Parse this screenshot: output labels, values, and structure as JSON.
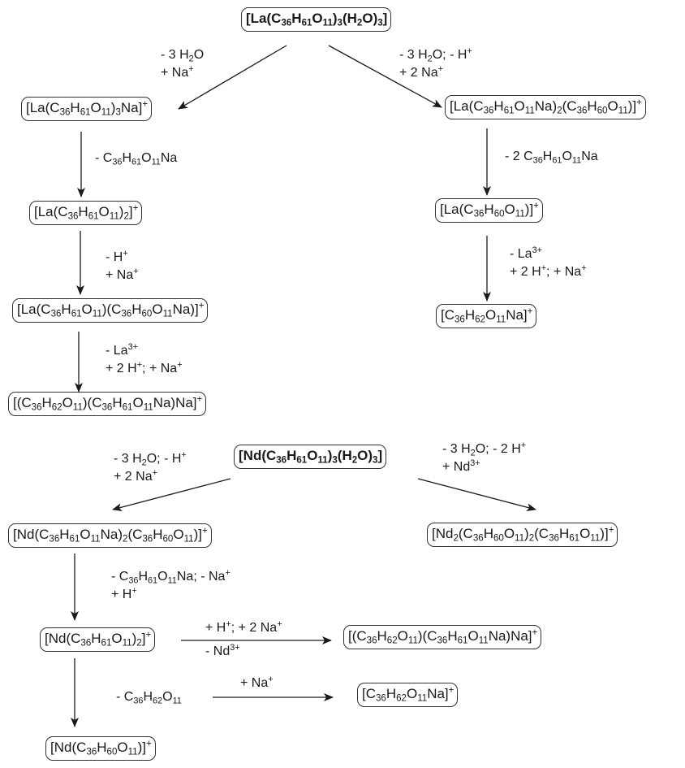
{
  "diagram": {
    "title": "Fragmentation pathways of La and Nd complexes",
    "colors": {
      "line": "#1a1a1a",
      "box_border": "#333333",
      "text": "#1a1a1a"
    },
    "nodes": {
      "la_parent": [
        {
          "t": "[La(C"
        },
        {
          "sub": "36"
        },
        {
          "t": "H"
        },
        {
          "sub": "61"
        },
        {
          "t": "O"
        },
        {
          "sub": "11"
        },
        {
          "t": ")"
        },
        {
          "sub": "3"
        },
        {
          "t": "(H"
        },
        {
          "sub": "2"
        },
        {
          "t": "O)"
        },
        {
          "sub": "3"
        },
        {
          "t": "]"
        }
      ],
      "la_a1": [
        {
          "t": "[La(C"
        },
        {
          "sub": "36"
        },
        {
          "t": "H"
        },
        {
          "sub": "61"
        },
        {
          "t": "O"
        },
        {
          "sub": "11"
        },
        {
          "t": ")"
        },
        {
          "sub": "3"
        },
        {
          "t": "Na]"
        },
        {
          "sup": "+"
        }
      ],
      "la_a2": [
        {
          "t": "[La(C"
        },
        {
          "sub": "36"
        },
        {
          "t": "H"
        },
        {
          "sub": "61"
        },
        {
          "t": "O"
        },
        {
          "sub": "11"
        },
        {
          "t": ")"
        },
        {
          "sub": "2"
        },
        {
          "t": "]"
        },
        {
          "sup": "+"
        }
      ],
      "la_a3": [
        {
          "t": "[La(C"
        },
        {
          "sub": "36"
        },
        {
          "t": "H"
        },
        {
          "sub": "61"
        },
        {
          "t": "O"
        },
        {
          "sub": "11"
        },
        {
          "t": ")(C"
        },
        {
          "sub": "36"
        },
        {
          "t": "H"
        },
        {
          "sub": "60"
        },
        {
          "t": "O"
        },
        {
          "sub": "11"
        },
        {
          "t": "Na)]"
        },
        {
          "sup": "+"
        }
      ],
      "la_a4": [
        {
          "t": "[(C"
        },
        {
          "sub": "36"
        },
        {
          "t": "H"
        },
        {
          "sub": "62"
        },
        {
          "t": "O"
        },
        {
          "sub": "11"
        },
        {
          "t": ")(C"
        },
        {
          "sub": "36"
        },
        {
          "t": "H"
        },
        {
          "sub": "61"
        },
        {
          "t": "O"
        },
        {
          "sub": "11"
        },
        {
          "t": "Na)Na]"
        },
        {
          "sup": "+"
        }
      ],
      "la_b1": [
        {
          "t": "[La(C"
        },
        {
          "sub": "36"
        },
        {
          "t": "H"
        },
        {
          "sub": "61"
        },
        {
          "t": "O"
        },
        {
          "sub": "11"
        },
        {
          "t": "Na)"
        },
        {
          "sub": "2"
        },
        {
          "t": "(C"
        },
        {
          "sub": "36"
        },
        {
          "t": "H"
        },
        {
          "sub": "60"
        },
        {
          "t": "O"
        },
        {
          "sub": "11"
        },
        {
          "t": ")]"
        },
        {
          "sup": "+"
        }
      ],
      "la_b2": [
        {
          "t": "[La(C"
        },
        {
          "sub": "36"
        },
        {
          "t": "H"
        },
        {
          "sub": "60"
        },
        {
          "t": "O"
        },
        {
          "sub": "11"
        },
        {
          "t": ")]"
        },
        {
          "sup": "+"
        }
      ],
      "la_b3": [
        {
          "t": "[C"
        },
        {
          "sub": "36"
        },
        {
          "t": "H"
        },
        {
          "sub": "62"
        },
        {
          "t": "O"
        },
        {
          "sub": "11"
        },
        {
          "t": "Na]"
        },
        {
          "sup": "+"
        }
      ],
      "nd_parent": [
        {
          "t": "[Nd(C"
        },
        {
          "sub": "36"
        },
        {
          "t": "H"
        },
        {
          "sub": "61"
        },
        {
          "t": "O"
        },
        {
          "sub": "11"
        },
        {
          "t": ")"
        },
        {
          "sub": "3"
        },
        {
          "t": "(H"
        },
        {
          "sub": "2"
        },
        {
          "t": "O)"
        },
        {
          "sub": "3"
        },
        {
          "t": "]"
        }
      ],
      "nd_a1": [
        {
          "t": "[Nd(C"
        },
        {
          "sub": "36"
        },
        {
          "t": "H"
        },
        {
          "sub": "61"
        },
        {
          "t": "O"
        },
        {
          "sub": "11"
        },
        {
          "t": "Na)"
        },
        {
          "sub": "2"
        },
        {
          "t": "(C"
        },
        {
          "sub": "36"
        },
        {
          "t": "H"
        },
        {
          "sub": "60"
        },
        {
          "t": "O"
        },
        {
          "sub": "11"
        },
        {
          "t": ")]"
        },
        {
          "sup": "+"
        }
      ],
      "nd_b1": [
        {
          "t": "[Nd"
        },
        {
          "sub": "2"
        },
        {
          "t": "(C"
        },
        {
          "sub": "36"
        },
        {
          "t": "H"
        },
        {
          "sub": "60"
        },
        {
          "t": "O"
        },
        {
          "sub": "11"
        },
        {
          "t": ")"
        },
        {
          "sub": "2"
        },
        {
          "t": "(C"
        },
        {
          "sub": "36"
        },
        {
          "t": "H"
        },
        {
          "sub": "61"
        },
        {
          "t": "O"
        },
        {
          "sub": "11"
        },
        {
          "t": ")]"
        },
        {
          "sup": "+"
        }
      ],
      "nd_a2": [
        {
          "t": "[Nd(C"
        },
        {
          "sub": "36"
        },
        {
          "t": "H"
        },
        {
          "sub": "61"
        },
        {
          "t": "O"
        },
        {
          "sub": "11"
        },
        {
          "t": ")"
        },
        {
          "sub": "2"
        },
        {
          "t": "]"
        },
        {
          "sup": "+"
        }
      ],
      "nd_c1": [
        {
          "t": "[(C"
        },
        {
          "sub": "36"
        },
        {
          "t": "H"
        },
        {
          "sub": "62"
        },
        {
          "t": "O"
        },
        {
          "sub": "11"
        },
        {
          "t": ")(C"
        },
        {
          "sub": "36"
        },
        {
          "t": "H"
        },
        {
          "sub": "61"
        },
        {
          "t": "O"
        },
        {
          "sub": "11"
        },
        {
          "t": "Na)Na]"
        },
        {
          "sup": "+"
        }
      ],
      "nd_c2": [
        {
          "t": "[C"
        },
        {
          "sub": "36"
        },
        {
          "t": "H"
        },
        {
          "sub": "62"
        },
        {
          "t": "O"
        },
        {
          "sub": "11"
        },
        {
          "t": "Na]"
        },
        {
          "sup": "+"
        }
      ],
      "nd_a3": [
        {
          "t": "[Nd(C"
        },
        {
          "sub": "36"
        },
        {
          "t": "H"
        },
        {
          "sub": "60"
        },
        {
          "t": "O"
        },
        {
          "sub": "11"
        },
        {
          "t": ")]"
        },
        {
          "sup": "+"
        }
      ]
    },
    "labels": {
      "la_parent_to_a1": [
        [
          {
            "t": "- 3 H"
          },
          {
            "sub": "2"
          },
          {
            "t": "O"
          }
        ],
        [
          {
            "t": "+ Na"
          },
          {
            "sup": "+"
          }
        ]
      ],
      "la_parent_to_b1": [
        [
          {
            "t": "- 3 H"
          },
          {
            "sub": "2"
          },
          {
            "t": "O; - H"
          },
          {
            "sup": "+"
          }
        ],
        [
          {
            "t": "+ 2 Na"
          },
          {
            "sup": "+"
          }
        ]
      ],
      "la_a1_to_a2": [
        [
          {
            "t": "- C"
          },
          {
            "sub": "36"
          },
          {
            "t": "H"
          },
          {
            "sub": "61"
          },
          {
            "t": "O"
          },
          {
            "sub": "11"
          },
          {
            "t": "Na"
          }
        ]
      ],
      "la_a2_to_a3": [
        [
          {
            "t": "- H"
          },
          {
            "sup": "+"
          }
        ],
        [
          {
            "t": "+ Na"
          },
          {
            "sup": "+"
          }
        ]
      ],
      "la_a3_to_a4": [
        [
          {
            "t": "- La"
          },
          {
            "sup": "3+"
          }
        ],
        [
          {
            "t": "+ 2 H"
          },
          {
            "sup": "+"
          },
          {
            "t": "; + Na"
          },
          {
            "sup": "+"
          }
        ]
      ],
      "la_b1_to_b2": [
        [
          {
            "t": "- 2 C"
          },
          {
            "sub": "36"
          },
          {
            "t": "H"
          },
          {
            "sub": "61"
          },
          {
            "t": "O"
          },
          {
            "sub": "11"
          },
          {
            "t": "Na"
          }
        ]
      ],
      "la_b2_to_b3": [
        [
          {
            "t": "- La"
          },
          {
            "sup": "3+"
          }
        ],
        [
          {
            "t": "+ 2 H"
          },
          {
            "sup": "+"
          },
          {
            "t": "; + Na"
          },
          {
            "sup": "+"
          }
        ]
      ],
      "nd_parent_to_a1": [
        [
          {
            "t": "- 3 H"
          },
          {
            "sub": "2"
          },
          {
            "t": "O; - H"
          },
          {
            "sup": "+"
          }
        ],
        [
          {
            "t": "+ 2 Na"
          },
          {
            "sup": "+"
          }
        ]
      ],
      "nd_parent_to_b1": [
        [
          {
            "t": "- 3 H"
          },
          {
            "sub": "2"
          },
          {
            "t": "O; - 2 H"
          },
          {
            "sup": "+"
          }
        ],
        [
          {
            "t": "+ Nd"
          },
          {
            "sup": "3+"
          }
        ]
      ],
      "nd_a1_to_a2": [
        [
          {
            "t": "- C"
          },
          {
            "sub": "36"
          },
          {
            "t": "H"
          },
          {
            "sub": "61"
          },
          {
            "t": "O"
          },
          {
            "sub": "11"
          },
          {
            "t": "Na; - Na"
          },
          {
            "sup": "+"
          }
        ],
        [
          {
            "t": "+ H"
          },
          {
            "sup": "+"
          }
        ]
      ],
      "nd_a2_to_c1_top": [
        [
          {
            "t": "+ H"
          },
          {
            "sup": "+"
          },
          {
            "t": "; + 2 Na"
          },
          {
            "sup": "+"
          }
        ]
      ],
      "nd_a2_to_c1_bottom": [
        [
          {
            "t": "- Nd"
          },
          {
            "sup": "3+"
          }
        ]
      ],
      "nd_a2_to_a3_left": [
        [
          {
            "t": "- C"
          },
          {
            "sub": "36"
          },
          {
            "t": "H"
          },
          {
            "sub": "62"
          },
          {
            "t": "O"
          },
          {
            "sub": "11"
          }
        ]
      ],
      "nd_c2_arrow_top": [
        [
          {
            "t": "+ Na"
          },
          {
            "sup": "+"
          }
        ]
      ]
    }
  }
}
